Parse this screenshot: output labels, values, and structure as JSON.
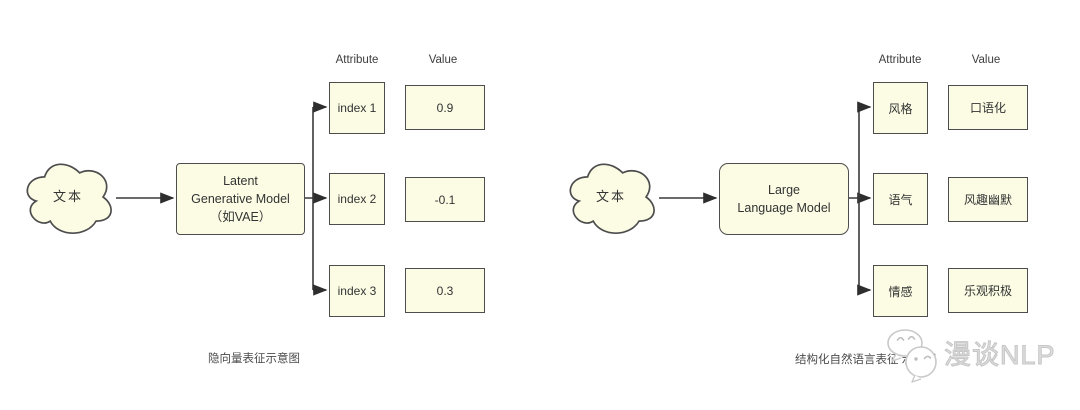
{
  "colors": {
    "background": "#ffffff",
    "box_fill": "#fcfce5",
    "box_border": "#4d4d4d",
    "line": "#3a3a3a",
    "text": "#333333",
    "watermark_gray": "#c6c6c6"
  },
  "left_diagram": {
    "source_label": "文本",
    "model_label_lines": [
      "Latent",
      "Generative Model",
      "（如VAE）"
    ],
    "attribute_header": "Attribute",
    "value_header": "Value",
    "rows": [
      {
        "attribute": "index 1",
        "value": "0.9"
      },
      {
        "attribute": "index 2",
        "value": "-0.1"
      },
      {
        "attribute": "index 3",
        "value": "0.3"
      }
    ],
    "caption": "隐向量表征示意图"
  },
  "right_diagram": {
    "source_label": "文本",
    "model_label_lines": [
      "Large",
      "Language Model"
    ],
    "attribute_header": "Attribute",
    "value_header": "Value",
    "rows": [
      {
        "attribute": "风格",
        "value": "口语化"
      },
      {
        "attribute": "语气",
        "value": "风趣幽默"
      },
      {
        "attribute": "情感",
        "value": "乐观积极"
      }
    ],
    "caption": "结构化自然语言表征 示意图"
  },
  "watermark": {
    "text": "漫谈NLP",
    "logo": "chat-bubbles-icon"
  }
}
